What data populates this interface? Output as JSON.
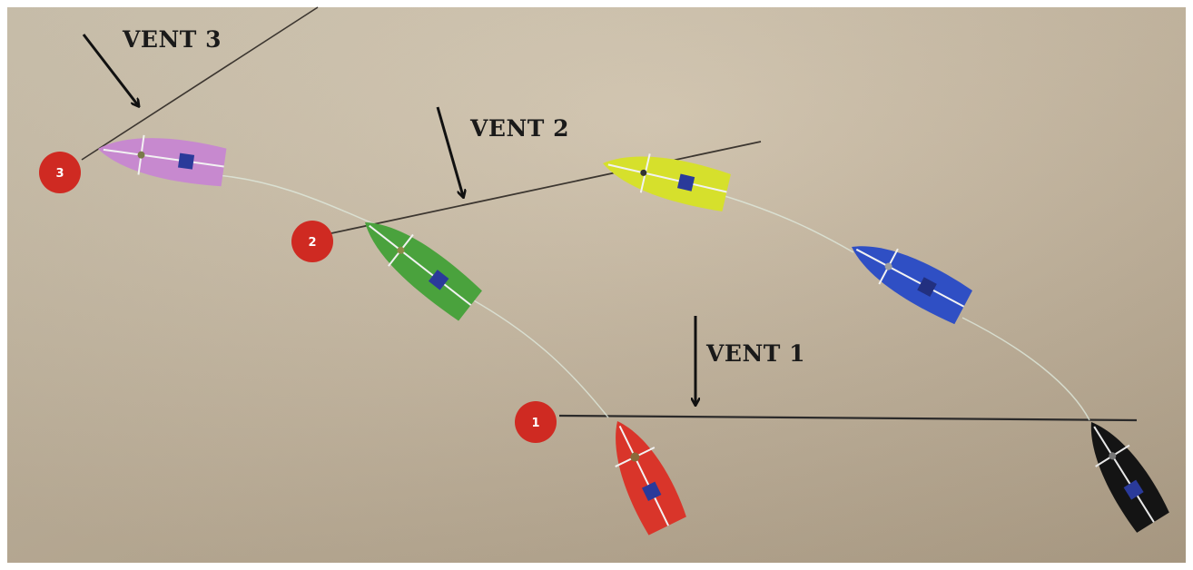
{
  "wind_labels": [
    "VENT 3",
    "VENT 2",
    "VENT 1"
  ],
  "marks": [
    "3",
    "2",
    "1"
  ],
  "boats": [
    {
      "color": "#c789cf",
      "id": "purple"
    },
    {
      "color": "#4aa23d",
      "id": "green"
    },
    {
      "color": "#d6e02c",
      "id": "yellow"
    },
    {
      "color": "#2f4fc4",
      "id": "blue"
    },
    {
      "color": "#d9352a",
      "id": "red"
    },
    {
      "color": "#141414",
      "id": "black"
    }
  ],
  "colors": {
    "background": "#c9bba4",
    "mark": "#cf2a22",
    "line": "#3c3630",
    "track": "#cfdccf"
  }
}
